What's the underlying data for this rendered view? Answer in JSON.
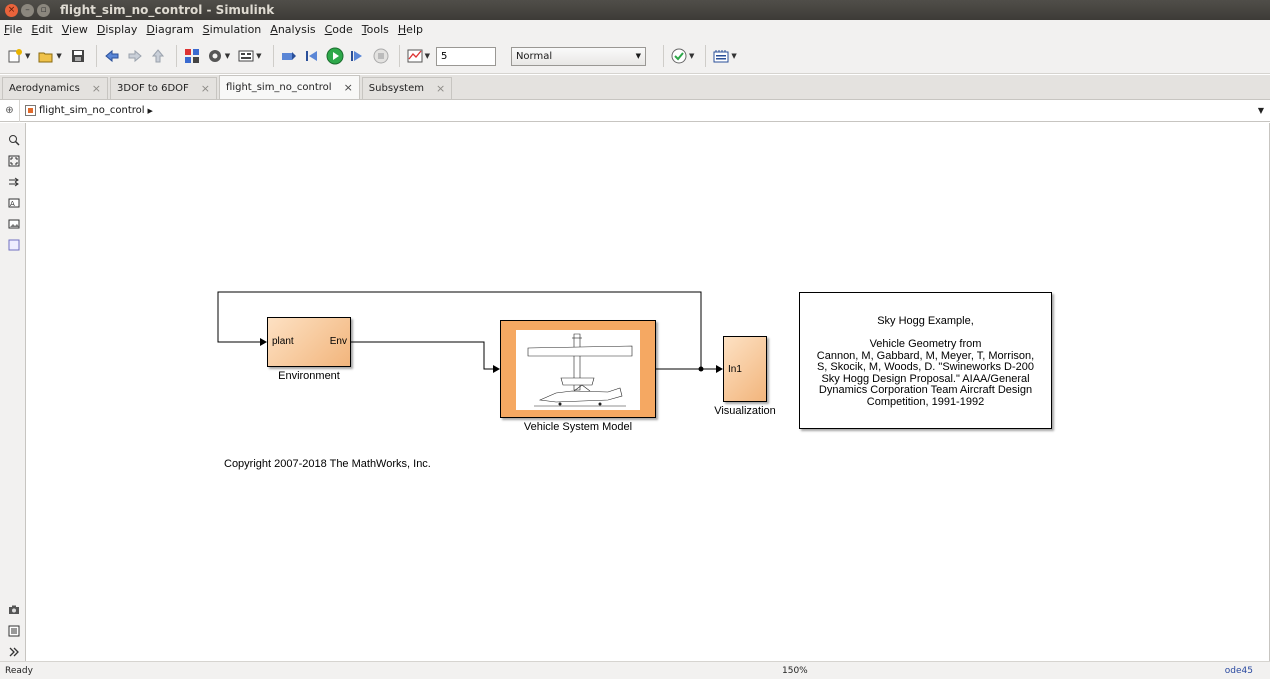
{
  "window": {
    "title": "flight_sim_no_control - Simulink",
    "close_glyph": "×",
    "min_glyph": "–",
    "max_glyph": "▫"
  },
  "menu": [
    "File",
    "Edit",
    "View",
    "Display",
    "Diagram",
    "Simulation",
    "Analysis",
    "Code",
    "Tools",
    "Help"
  ],
  "toolbar": {
    "stop_time": "5",
    "sim_mode": "Normal",
    "icons": [
      "new-model-icon",
      "open-icon",
      "save-icon",
      "back-icon",
      "forward-icon",
      "up-icon",
      "library-browser-icon",
      "model-config-icon",
      "model-explorer-icon",
      "signal-builder-icon",
      "step-back-icon",
      "run-icon",
      "step-forward-icon",
      "stop-icon",
      "scope-icon",
      "model-advisor-icon",
      "build-icon"
    ]
  },
  "tabs": [
    {
      "label": "Aerodynamics",
      "active": false
    },
    {
      "label": "3DOF to 6DOF",
      "active": false
    },
    {
      "label": "flight_sim_no_control",
      "active": true
    },
    {
      "label": "Subsystem",
      "active": false
    }
  ],
  "tab_close_glyph": "×",
  "breadcrumb": {
    "model": "flight_sim_no_control",
    "arrow": "▶",
    "dropdown": "▼",
    "hide_glyph": "⊕"
  },
  "diagram": {
    "environment": {
      "name": "Environment",
      "in_port": "plant",
      "out_port": "Env"
    },
    "vehicle": {
      "name": "Vehicle System Model"
    },
    "visualization": {
      "name": "Visualization",
      "in_port": "In1"
    },
    "annotation": [
      "Sky Hogg Example,",
      "",
      "Vehicle Geometry from",
      "Cannon, M, Gabbard, M, Meyer, T, Morrison,",
      "S, Skocik, M, Woods, D. \"Swineworks D-200",
      "Sky Hogg Design Proposal.\" AIAA/General",
      "Dynamics Corporation Team Aircraft Design",
      "Competition, 1991-1992"
    ],
    "copyright": "Copyright 2007-2018 The MathWorks, Inc."
  },
  "status": {
    "ready": "Ready",
    "zoom": "150%",
    "solver": "ode45"
  },
  "colors": {
    "block_fill": "#f2b57c",
    "vsm_fill": "#f5a862",
    "solver_link": "#2b4aa0"
  }
}
